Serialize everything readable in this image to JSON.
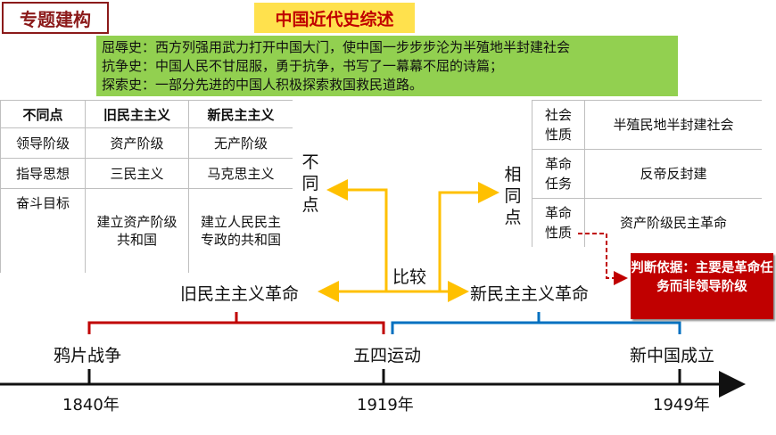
{
  "tag": "专题建构",
  "title": "中国近代史综述",
  "summary": [
    "屈辱史：西方列强用武力打开中国大门，使中国一步步步沦为半殖地半封建社会",
    "抗争史：中国人民不甘屈服，勇于抗争，书写了一幕幕不屈的诗篇；",
    "探索史：一部分先进的中国人积极探索救国救民道路。"
  ],
  "diff_table": {
    "headers": [
      "不同点",
      "旧民主主义",
      "新民主主义"
    ],
    "rows": [
      [
        "领导阶级",
        "资产阶级",
        "无产阶级"
      ],
      [
        "指导思想",
        "三民主义",
        "马克思主义"
      ],
      [
        "奋斗目标",
        "建立资产阶级共和国",
        "建立人民民主专政的共和国"
      ]
    ]
  },
  "same_table": {
    "rows": [
      [
        "社会性质",
        "半殖民地半封建社会"
      ],
      [
        "革命任务",
        "反帝反封建"
      ],
      [
        "革命性质",
        "资产阶级民主革命"
      ]
    ]
  },
  "labels": {
    "different": "不同点",
    "same": "相同点",
    "compare": "比较",
    "old_revolution": "旧民主主义革命",
    "new_revolution": "新民主主义革命"
  },
  "judge": "判断依据：主要是革命任务而非领导阶级",
  "timeline": {
    "events": [
      "鸦片战争",
      "五四运动",
      "新中国成立"
    ],
    "years": [
      "1840年",
      "1919年",
      "1949年"
    ]
  },
  "colors": {
    "arrow": "#ffc000",
    "old_bracket": "#c00000",
    "new_bracket": "#0070c0",
    "summary_bg": "#92d050"
  }
}
